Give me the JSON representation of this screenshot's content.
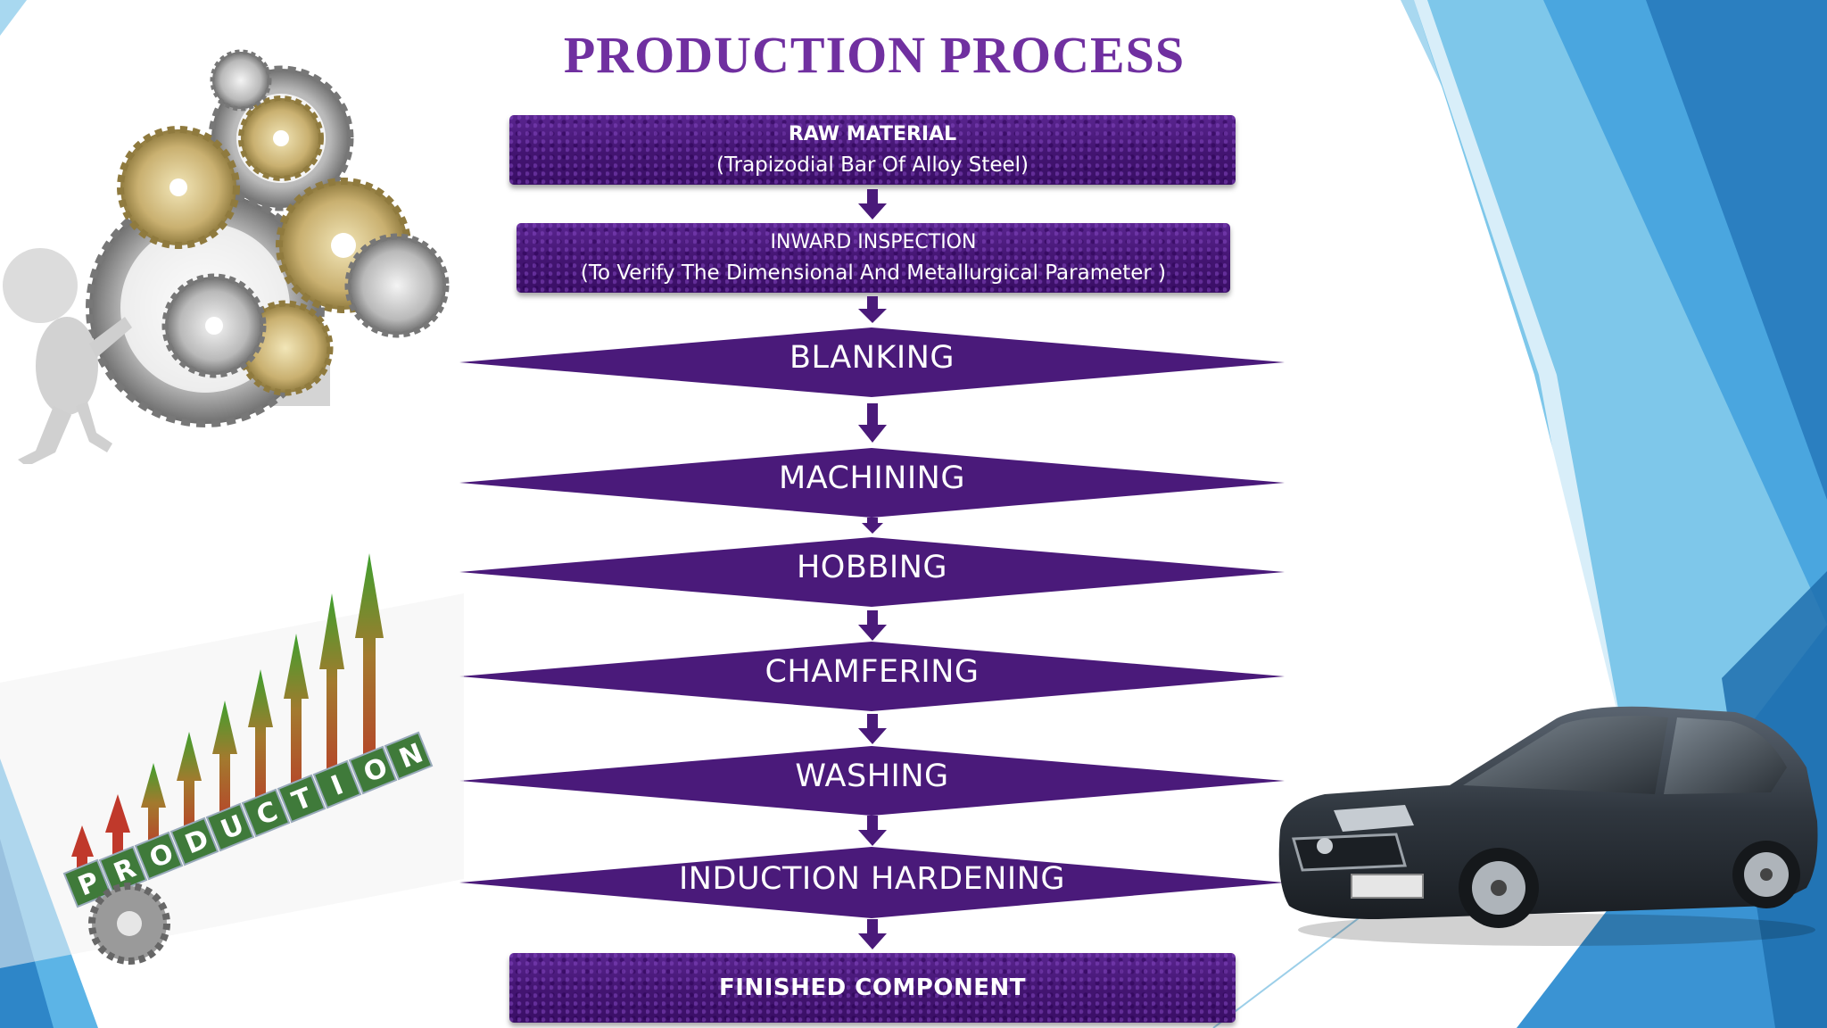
{
  "title": "PRODUCTION PROCESS",
  "colors": {
    "title": "#7030a0",
    "step_fill": "#4a1a7a",
    "accent_blue": "#2e86c8"
  },
  "steps": [
    {
      "shape": "box",
      "line1": "RAW MATERIAL",
      "line2": "(Trapizodial Bar Of Alloy Steel)"
    },
    {
      "shape": "box",
      "line1": "INWARD INSPECTION",
      "line2": "(To Verify The Dimensional And Metallurgical Parameter )"
    },
    {
      "shape": "diamond",
      "label": "BLANKING"
    },
    {
      "shape": "diamond",
      "label": "MACHINING"
    },
    {
      "shape": "diamond",
      "label": "HOBBING"
    },
    {
      "shape": "diamond",
      "label": "CHAMFERING"
    },
    {
      "shape": "diamond",
      "label": "WASHING"
    },
    {
      "shape": "diamond",
      "label": "INDUCTION HARDENING"
    },
    {
      "shape": "box",
      "line1": "FINISHED COMPONENT"
    }
  ],
  "illustrations": {
    "gears": "gears-with-figure-illustration",
    "growth": "production-growth-arrows-illustration",
    "growth_letters": [
      "P",
      "R",
      "O",
      "D",
      "U",
      "C",
      "T",
      "I",
      "O",
      "N"
    ],
    "car": "sedan-car-illustration"
  }
}
